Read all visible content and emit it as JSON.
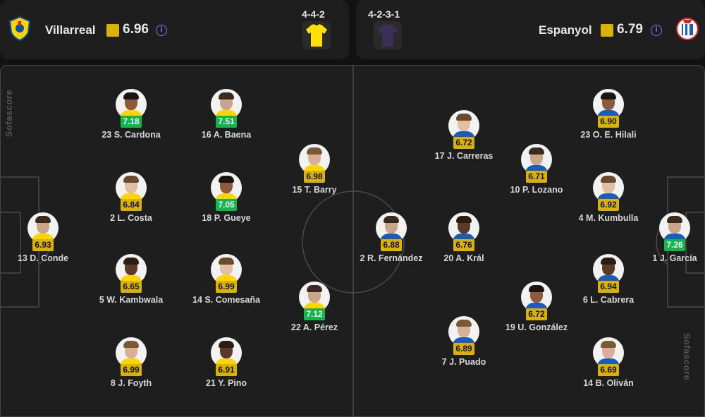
{
  "home": {
    "team_name": "Villarreal",
    "team_rating": "6.96",
    "formation": "4-4-2",
    "jersey_color": "#ffe100",
    "crest_icon": "villarreal-crest-icon",
    "players": [
      {
        "label": "13 D. Conde",
        "rating": "6.93",
        "tier": "yellow",
        "pos": "gk"
      },
      {
        "label": "23 S. Cardona",
        "rating": "7.18",
        "tier": "green"
      },
      {
        "label": "2 L. Costa",
        "rating": "6.84",
        "tier": "yellow"
      },
      {
        "label": "5 W. Kambwala",
        "rating": "6.65",
        "tier": "yellow"
      },
      {
        "label": "8 J. Foyth",
        "rating": "6.99",
        "tier": "yellow"
      },
      {
        "label": "16 A. Baena",
        "rating": "7.51",
        "tier": "green"
      },
      {
        "label": "18 P. Gueye",
        "rating": "7.05",
        "tier": "green"
      },
      {
        "label": "14 S. Comesaña",
        "rating": "6.99",
        "tier": "yellow"
      },
      {
        "label": "21 Y. Pino",
        "rating": "6.91",
        "tier": "yellow"
      },
      {
        "label": "15 T. Barry",
        "rating": "6.98",
        "tier": "yellow"
      },
      {
        "label": "22 A. Pérez",
        "rating": "7.12",
        "tier": "green"
      }
    ]
  },
  "away": {
    "team_name": "Espanyol",
    "team_rating": "6.79",
    "formation": "4-2-3-1",
    "jersey_color": "#3a2f55",
    "crest_icon": "espanyol-crest-icon",
    "players": [
      {
        "label": "1 J. García",
        "rating": "7.26",
        "tier": "green"
      },
      {
        "label": "23 O. E. Hilali",
        "rating": "6.90",
        "tier": "yellow"
      },
      {
        "label": "4 M. Kumbulla",
        "rating": "6.92",
        "tier": "yellow"
      },
      {
        "label": "6 L. Cabrera",
        "rating": "6.94",
        "tier": "yellow"
      },
      {
        "label": "14 B. Oliván",
        "rating": "6.69",
        "tier": "yellow"
      },
      {
        "label": "10 P. Lozano",
        "rating": "6.71",
        "tier": "yellow"
      },
      {
        "label": "19 U. González",
        "rating": "6.72",
        "tier": "yellow"
      },
      {
        "label": "17 J. Carreras",
        "rating": "6.72",
        "tier": "yellow"
      },
      {
        "label": "20 A. Král",
        "rating": "6.76",
        "tier": "yellow"
      },
      {
        "label": "7 J. Puado",
        "rating": "6.89",
        "tier": "yellow"
      },
      {
        "label": "2 R. Fernández",
        "rating": "6.88",
        "tier": "yellow"
      }
    ]
  },
  "watermark": "Sofascore",
  "colors": {
    "rating_yellow": "#d9b300",
    "rating_green": "#12b64b",
    "info_blue": "#6f7ee8"
  }
}
